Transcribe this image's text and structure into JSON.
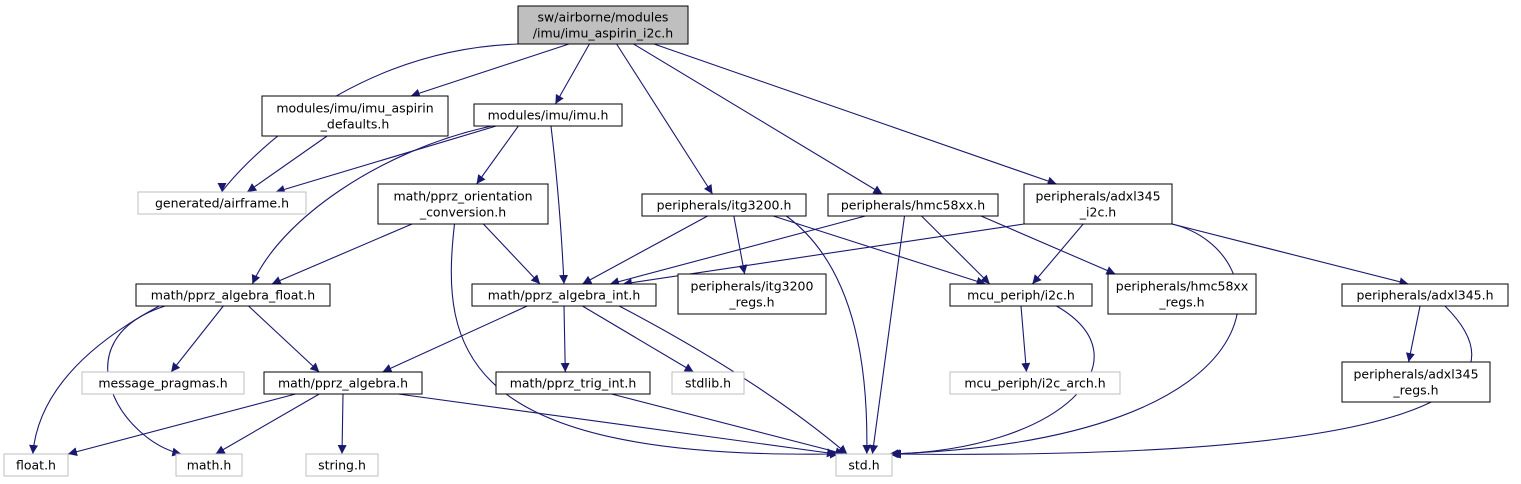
{
  "colors": {
    "edge": "#191970",
    "root_fill": "#bfbfbf",
    "node_fill": "#ffffff",
    "node_border": "#000000",
    "external_border": "#bfbfbf",
    "text": "#000000"
  },
  "nodes": [
    {
      "id": "root",
      "lines": [
        "sw/airborne/modules",
        "/imu/imu_aspirin_i2c.h"
      ],
      "kind": "root"
    },
    {
      "id": "imu_aspirin_defaults",
      "lines": [
        "modules/imu/imu_aspirin",
        "_defaults.h"
      ],
      "kind": "normal"
    },
    {
      "id": "imu",
      "lines": [
        "modules/imu/imu.h"
      ],
      "kind": "normal"
    },
    {
      "id": "airframe",
      "lines": [
        "generated/airframe.h"
      ],
      "kind": "external"
    },
    {
      "id": "orientation_conversion",
      "lines": [
        "math/pprz_orientation",
        "_conversion.h"
      ],
      "kind": "normal"
    },
    {
      "id": "itg3200",
      "lines": [
        "peripherals/itg3200.h"
      ],
      "kind": "normal"
    },
    {
      "id": "hmc58xx",
      "lines": [
        "peripherals/hmc58xx.h"
      ],
      "kind": "normal"
    },
    {
      "id": "adxl345_i2c",
      "lines": [
        "peripherals/adxl345",
        "_i2c.h"
      ],
      "kind": "normal"
    },
    {
      "id": "algebra_float",
      "lines": [
        "math/pprz_algebra_float.h"
      ],
      "kind": "normal"
    },
    {
      "id": "algebra_int",
      "lines": [
        "math/pprz_algebra_int.h"
      ],
      "kind": "normal"
    },
    {
      "id": "itg3200_regs",
      "lines": [
        "peripherals/itg3200",
        "_regs.h"
      ],
      "kind": "normal"
    },
    {
      "id": "i2c",
      "lines": [
        "mcu_periph/i2c.h"
      ],
      "kind": "normal"
    },
    {
      "id": "hmc58xx_regs",
      "lines": [
        "peripherals/hmc58xx",
        "_regs.h"
      ],
      "kind": "normal"
    },
    {
      "id": "adxl345",
      "lines": [
        "peripherals/adxl345.h"
      ],
      "kind": "normal"
    },
    {
      "id": "message_pragmas",
      "lines": [
        "message_pragmas.h"
      ],
      "kind": "external"
    },
    {
      "id": "algebra",
      "lines": [
        "math/pprz_algebra.h"
      ],
      "kind": "normal"
    },
    {
      "id": "trig_int",
      "lines": [
        "math/pprz_trig_int.h"
      ],
      "kind": "normal"
    },
    {
      "id": "stdlib",
      "lines": [
        "stdlib.h"
      ],
      "kind": "external"
    },
    {
      "id": "i2c_arch",
      "lines": [
        "mcu_periph/i2c_arch.h"
      ],
      "kind": "external"
    },
    {
      "id": "adxl345_regs",
      "lines": [
        "peripherals/adxl345",
        "_regs.h"
      ],
      "kind": "normal"
    },
    {
      "id": "float",
      "lines": [
        "float.h"
      ],
      "kind": "external"
    },
    {
      "id": "math",
      "lines": [
        "math.h"
      ],
      "kind": "external"
    },
    {
      "id": "string",
      "lines": [
        "string.h"
      ],
      "kind": "external"
    },
    {
      "id": "std",
      "lines": [
        "std.h"
      ],
      "kind": "external"
    }
  ],
  "edges": [
    {
      "from": "root",
      "to": "airframe"
    },
    {
      "from": "root",
      "to": "imu_aspirin_defaults"
    },
    {
      "from": "root",
      "to": "imu"
    },
    {
      "from": "root",
      "to": "itg3200"
    },
    {
      "from": "root",
      "to": "hmc58xx"
    },
    {
      "from": "root",
      "to": "adxl345_i2c"
    },
    {
      "from": "imu_aspirin_defaults",
      "to": "airframe"
    },
    {
      "from": "imu",
      "to": "airframe"
    },
    {
      "from": "imu",
      "to": "orientation_conversion"
    },
    {
      "from": "imu",
      "to": "algebra_float"
    },
    {
      "from": "imu",
      "to": "algebra_int"
    },
    {
      "from": "orientation_conversion",
      "to": "algebra_float"
    },
    {
      "from": "orientation_conversion",
      "to": "algebra_int"
    },
    {
      "from": "orientation_conversion",
      "to": "std"
    },
    {
      "from": "itg3200",
      "to": "algebra_int"
    },
    {
      "from": "itg3200",
      "to": "itg3200_regs"
    },
    {
      "from": "itg3200",
      "to": "i2c"
    },
    {
      "from": "itg3200",
      "to": "std"
    },
    {
      "from": "hmc58xx",
      "to": "algebra_int"
    },
    {
      "from": "hmc58xx",
      "to": "i2c"
    },
    {
      "from": "hmc58xx",
      "to": "hmc58xx_regs"
    },
    {
      "from": "hmc58xx",
      "to": "std"
    },
    {
      "from": "adxl345_i2c",
      "to": "algebra_int"
    },
    {
      "from": "adxl345_i2c",
      "to": "i2c"
    },
    {
      "from": "adxl345_i2c",
      "to": "adxl345"
    },
    {
      "from": "adxl345_i2c",
      "to": "std"
    },
    {
      "from": "algebra_float",
      "to": "message_pragmas"
    },
    {
      "from": "algebra_float",
      "to": "algebra"
    },
    {
      "from": "algebra_float",
      "to": "float"
    },
    {
      "from": "algebra_float",
      "to": "math"
    },
    {
      "from": "algebra_int",
      "to": "algebra"
    },
    {
      "from": "algebra_int",
      "to": "trig_int"
    },
    {
      "from": "algebra_int",
      "to": "stdlib"
    },
    {
      "from": "algebra_int",
      "to": "std"
    },
    {
      "from": "i2c",
      "to": "i2c_arch"
    },
    {
      "from": "i2c",
      "to": "std"
    },
    {
      "from": "adxl345",
      "to": "adxl345_regs"
    },
    {
      "from": "adxl345",
      "to": "std"
    },
    {
      "from": "algebra",
      "to": "float"
    },
    {
      "from": "algebra",
      "to": "math"
    },
    {
      "from": "algebra",
      "to": "string"
    },
    {
      "from": "algebra",
      "to": "std"
    },
    {
      "from": "trig_int",
      "to": "std"
    }
  ]
}
